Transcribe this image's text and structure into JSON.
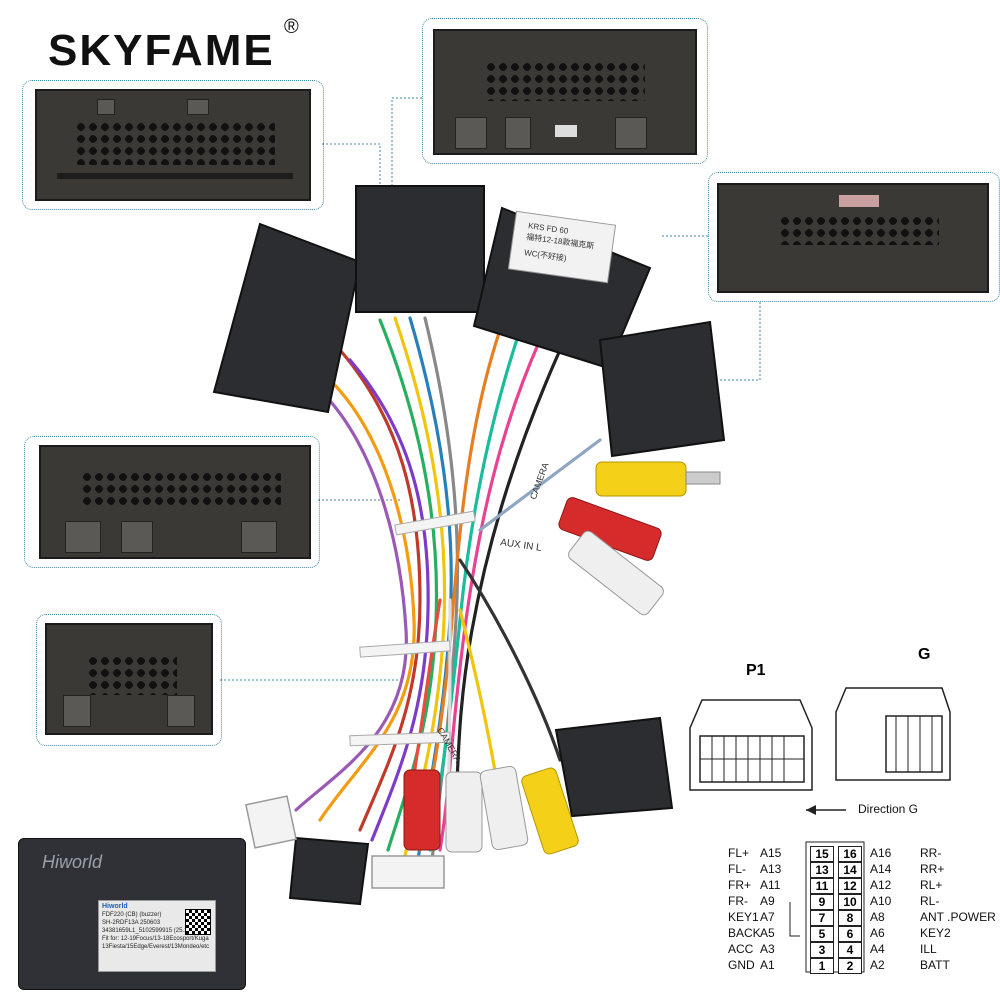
{
  "brand": {
    "name": "SKYFAME",
    "reg": "®"
  },
  "harness": {
    "tag_text": [
      "KRS FD 60",
      "福特12-18款福克斯",
      "WC(不好接)"
    ],
    "cable_labels": [
      "CAMERA",
      "AUX IN L",
      "CAMERA"
    ]
  },
  "module": {
    "logo": "Hiworld",
    "label_brand": "Hiworld",
    "label_lines": [
      "FDF220 (CB) (buzzer)",
      "SH-2RDF13A   250603",
      "34381659L1_5102599915 (25.10.25)",
      "Fit for: 12-19Focus/13-18Ecosport/Kuga",
      "13Fiesta/15Edge/Everest/13Mondeo/etc"
    ]
  },
  "pinout": {
    "p1_title": "P1",
    "g_title": "G",
    "direction": "Direction G",
    "rows": [
      {
        "left": "FL+",
        "lpin": "A15",
        "n1": "15",
        "n2": "16",
        "rpin": "A16",
        "right": "RR-"
      },
      {
        "left": "FL-",
        "lpin": "A13",
        "n1": "13",
        "n2": "14",
        "rpin": "A14",
        "right": "RR+"
      },
      {
        "left": "FR+",
        "lpin": "A11",
        "n1": "11",
        "n2": "12",
        "rpin": "A12",
        "right": "RL+"
      },
      {
        "left": "FR-",
        "lpin": "A9",
        "n1": "9",
        "n2": "10",
        "rpin": "A10",
        "right": "RL-"
      },
      {
        "left": "KEY1",
        "lpin": "A7",
        "n1": "7",
        "n2": "8",
        "rpin": "A8",
        "right": "ANT .POWER"
      },
      {
        "left": "BACK",
        "lpin": "A5",
        "n1": "5",
        "n2": "6",
        "rpin": "A6",
        "right": "KEY2"
      },
      {
        "left": "ACC",
        "lpin": "A3",
        "n1": "3",
        "n2": "4",
        "rpin": "A4",
        "right": "ILL"
      },
      {
        "left": "GND",
        "lpin": "A1",
        "n1": "1",
        "n2": "2",
        "rpin": "A2",
        "right": "BATT"
      }
    ]
  }
}
